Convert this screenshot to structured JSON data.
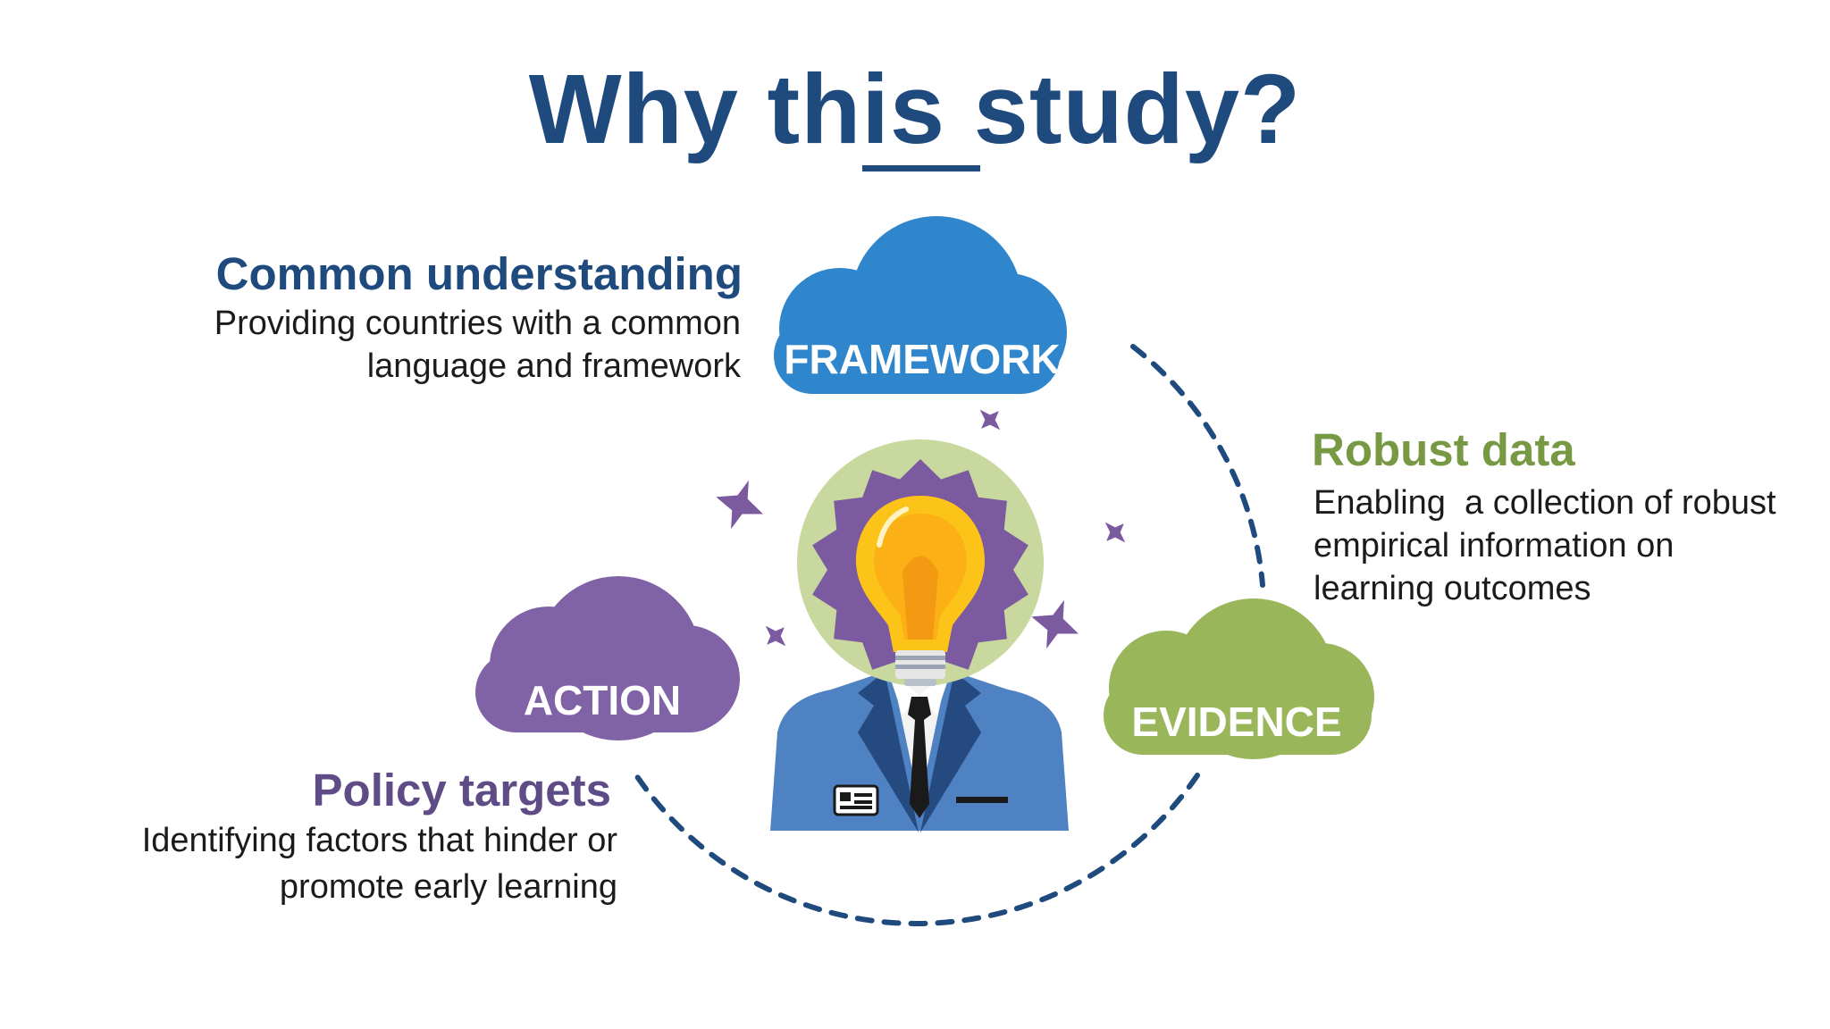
{
  "title": "Why this study?",
  "common": {
    "heading": "Common understanding",
    "line1": "Providing countries with a common",
    "line2": "language and framework"
  },
  "robust": {
    "heading": "Robust data",
    "line1": "Enabling  a collection of robust",
    "line2": "empirical information on",
    "line3": "learning outcomes"
  },
  "policy": {
    "heading": "Policy targets",
    "line1": "Identifying factors that hinder or",
    "line2": "promote early learning"
  },
  "clouds": {
    "framework": "FRAMEWORK",
    "action": "ACTION",
    "evidence": "EVIDENCE"
  },
  "colors": {
    "navy": "#1f4a7e",
    "blue_cloud": "#2f86cc",
    "purple_cloud": "#8063a6",
    "green_cloud": "#9ab65a",
    "green_text": "#779944",
    "purple_text": "#5f4c87"
  }
}
